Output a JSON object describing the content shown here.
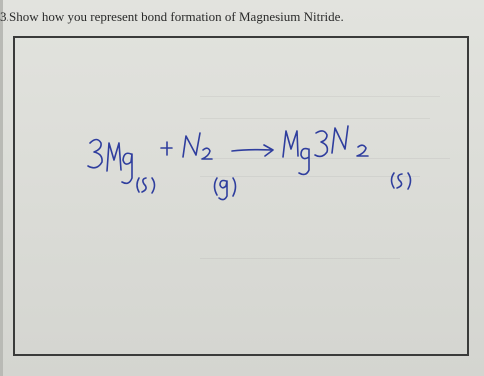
{
  "question": {
    "number_fragment": "3.",
    "text": "Show how you represent bond formation of Magnesium Nitride."
  },
  "answer": {
    "equation": "3 Mg(s) + N2(g) → Mg3N2(s)",
    "ink_color": "#2f3e9e"
  }
}
